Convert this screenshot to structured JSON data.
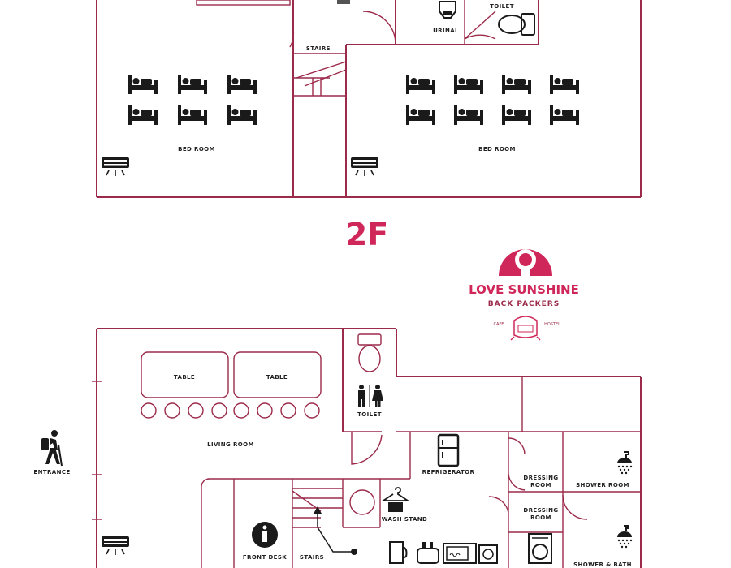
{
  "floor_label": "2F",
  "brand": {
    "name": "LOVE SUNSHINE",
    "sub": "BACK PACKERS",
    "cafe": "CAFE",
    "hostel": "HOSTEL",
    "brand_color": "#d0275a",
    "wall_color": "#9c2b4b"
  },
  "upper_floor": {
    "left_room": "BED ROOM",
    "right_room": "BED ROOM",
    "stairs": "STAIRS",
    "urinal": "URINAL",
    "toilet": "TOILET"
  },
  "lower_floor": {
    "table_1": "TABLE",
    "table_2": "TABLE",
    "toilet": "TOILET",
    "living_room": "LIVING ROOM",
    "entrance": "ENTRANCE",
    "refrigerator": "REFRIGERATOR",
    "dressing_room_1_a": "DRESSING",
    "dressing_room_1_b": "ROOM",
    "dressing_room_2_a": "DRESSING",
    "dressing_room_2_b": "ROOM",
    "shower_room": "SHOWER ROOM",
    "wash_stand": "WASH STAND",
    "front_desk": "FRONT DESK",
    "stairs": "STAIRS",
    "shower_bath": "SHOWER & BATH"
  }
}
